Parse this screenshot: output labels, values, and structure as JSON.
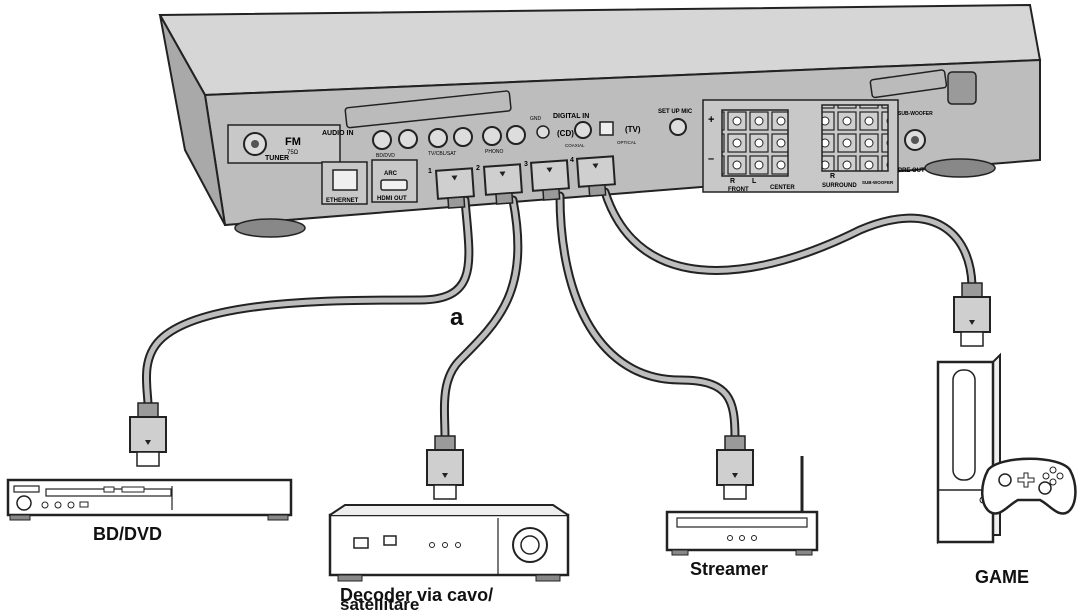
{
  "callout": "a",
  "devices": {
    "bd": "BD/DVD",
    "decoder_line1": "Decoder via cavo/",
    "decoder_line2": "satellitare",
    "streamer": "Streamer",
    "game": "GAME"
  },
  "receiver": {
    "fm": "FM",
    "fm_ohm": "75Ω",
    "tuner": "TUNER",
    "audio_in": "AUDIO IN",
    "bd_dvd": "BD/DVD",
    "tv_sat": "TV/CBL/SAT",
    "phono": "PHONO",
    "gnd": "GND",
    "digital_in": "DIGITAL IN",
    "cd": "(CD)",
    "coaxial": "COAXIAL",
    "tv": "(TV)",
    "optical": "OPTICAL",
    "setup_mic": "SET UP MIC",
    "ethernet": "ETHERNET",
    "arc": "ARC",
    "hdmi_out": "HDMI OUT",
    "hdmi_in_1": "1",
    "hdmi_in_2": "2",
    "hdmi_in_3": "3",
    "hdmi_in_4": "4",
    "front": "FRONT",
    "center": "CENTER",
    "surround": "SURROUND",
    "sub_woofer": "SUB-WOOFER",
    "sub_woofer2": "SUB-WOOFER",
    "pre_out": "PRE OUT",
    "r": "R",
    "l": "L",
    "r2": "R",
    "plus": "+",
    "minus": "–"
  }
}
